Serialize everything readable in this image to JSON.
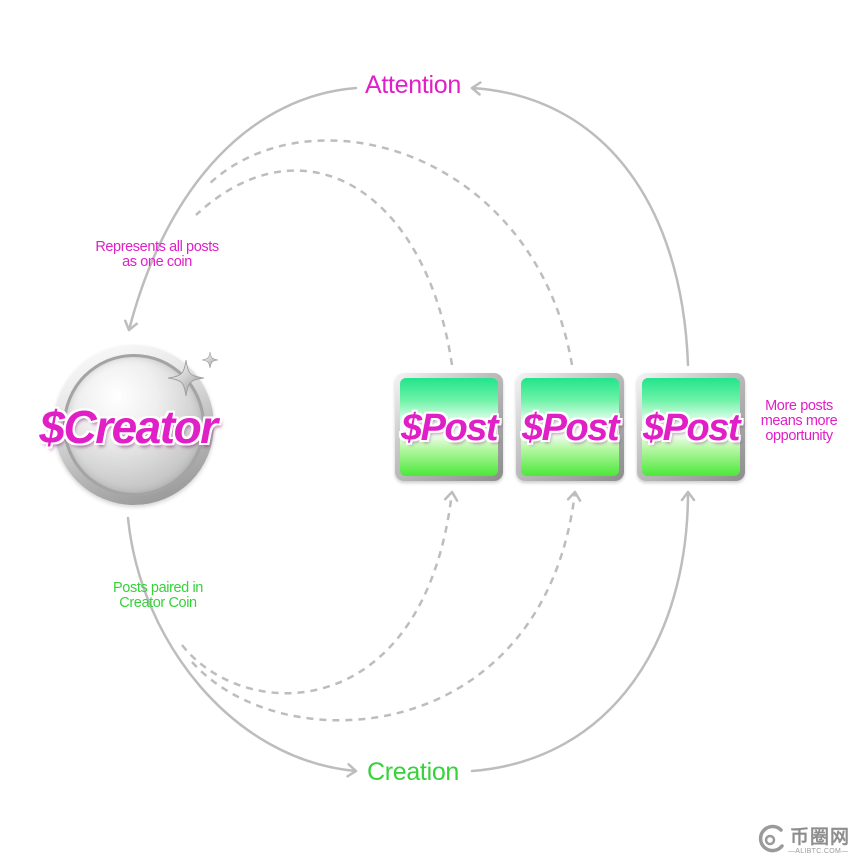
{
  "labels": {
    "attention": "Attention",
    "creation": "Creation",
    "represents": [
      "Represents all posts",
      "as one coin"
    ],
    "paired": [
      "Posts paired in",
      "Creator Coin"
    ],
    "more_posts": [
      "More posts",
      "means more",
      "opportunity"
    ]
  },
  "creator_coin": {
    "label": "$Creator"
  },
  "post_tiles": [
    {
      "label": "$Post"
    },
    {
      "label": "$Post"
    },
    {
      "label": "$Post"
    }
  ],
  "watermark": {
    "name": "币圈网",
    "site": "—ALIBTC.COM—"
  },
  "icons": [
    "sparkle-icon",
    "alibtc-logo-icon"
  ],
  "colors": {
    "magenta": "#e01fc7",
    "green": "#36d23a",
    "arrow": "#bdbdbd",
    "silver": "#c9c9c9"
  }
}
